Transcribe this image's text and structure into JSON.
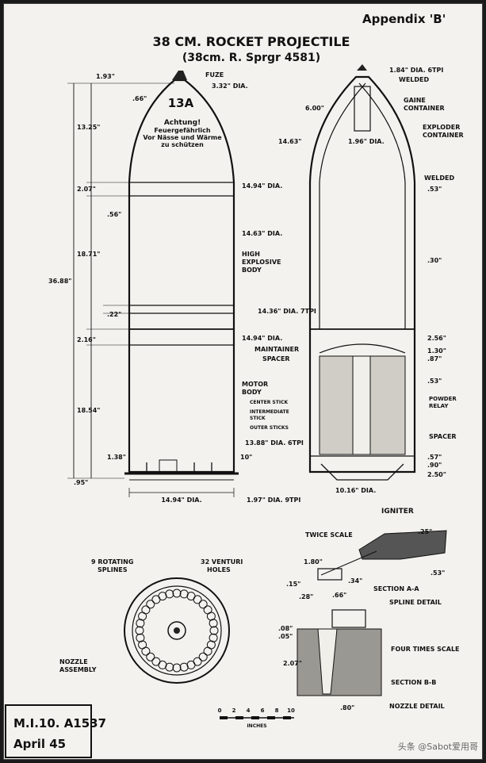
{
  "header": {
    "appendix": "Appendix 'B'",
    "title": "38 CM. ROCKET PROJECTILE",
    "subtitle": "(38cm. R. Sprgr 4581)"
  },
  "left_view": {
    "marking": "13A",
    "stencil": [
      "Achtung!",
      "Feuergefährlich",
      "Vor Nässe und Wärme",
      "zu schützen"
    ],
    "dims_left": [
      "1.93\"",
      ".66\"",
      "13.25\"",
      "2.07\"",
      ".56\"",
      "18.71\"",
      ".22\"",
      "2.16\"",
      "18.54\"",
      "1.38\"",
      ".95\"",
      "36.88\""
    ],
    "dims_right": [
      "FUZE",
      "3.32\" DIA.",
      "14.94\" DIA.",
      "14.63\" DIA.",
      "HIGH",
      "EXPLOSIVE",
      "BODY",
      "14.94\" DIA.",
      "MOTOR",
      "BODY",
      "10\""
    ],
    "bottom_dim": "14.94\" DIA."
  },
  "right_view": {
    "labels": [
      "1.84\" DIA. 6TPI",
      "WELDED",
      "GAINE",
      "CONTAINER",
      "EXPLODER",
      "CONTAINER",
      "WELDED",
      "14.36\" DIA. 7TPI",
      "MAINTAINER",
      "SPACER",
      "POWDER",
      "RELAY",
      "SPACER",
      "IGNITER"
    ],
    "inner_labels": [
      "CENTER STICK",
      "INTERMEDIATE",
      "STICK",
      "OUTER STICKS"
    ],
    "dims": [
      "6.00\"",
      "14.63\"",
      "1.96\" DIA.",
      ".53\"",
      ".30\"",
      "2.56\"",
      "1.30\"",
      ".87\"",
      ".53\"",
      "13.88\" DIA. 6TPI",
      ".57\"",
      ".90\"",
      "2.50\"",
      "10.16\" DIA.",
      "1.97\" DIA. 9TPI"
    ]
  },
  "nozzle_view": {
    "labels": [
      "9 ROTATING",
      "SPLINES",
      "32 VENTURI",
      "HOLES",
      "NOZZLE",
      "ASSEMBLY"
    ]
  },
  "section_a": {
    "scale": "TWICE SCALE",
    "dims": [
      ".25\"",
      "1.80\"",
      ".53\"",
      ".15\"",
      ".34\"",
      ".28\"",
      ".66\""
    ],
    "title": "SECTION A-A",
    "caption": "SPLINE DETAIL"
  },
  "section_b": {
    "scale": "FOUR TIMES SCALE",
    "dims": [
      ".08\"",
      ".05\"",
      "2.07\"",
      ".80\""
    ],
    "title": "SECTION B-B",
    "caption": "NOZZLE DETAIL"
  },
  "scale_bar": {
    "ticks": [
      "0",
      "2",
      "4",
      "6",
      "8",
      "10"
    ],
    "unit": "INCHES"
  },
  "stamp": {
    "line1": "M.I.10. A1537",
    "line2": "April 45"
  },
  "watermark": "头条 @Sabot爱用哥"
}
